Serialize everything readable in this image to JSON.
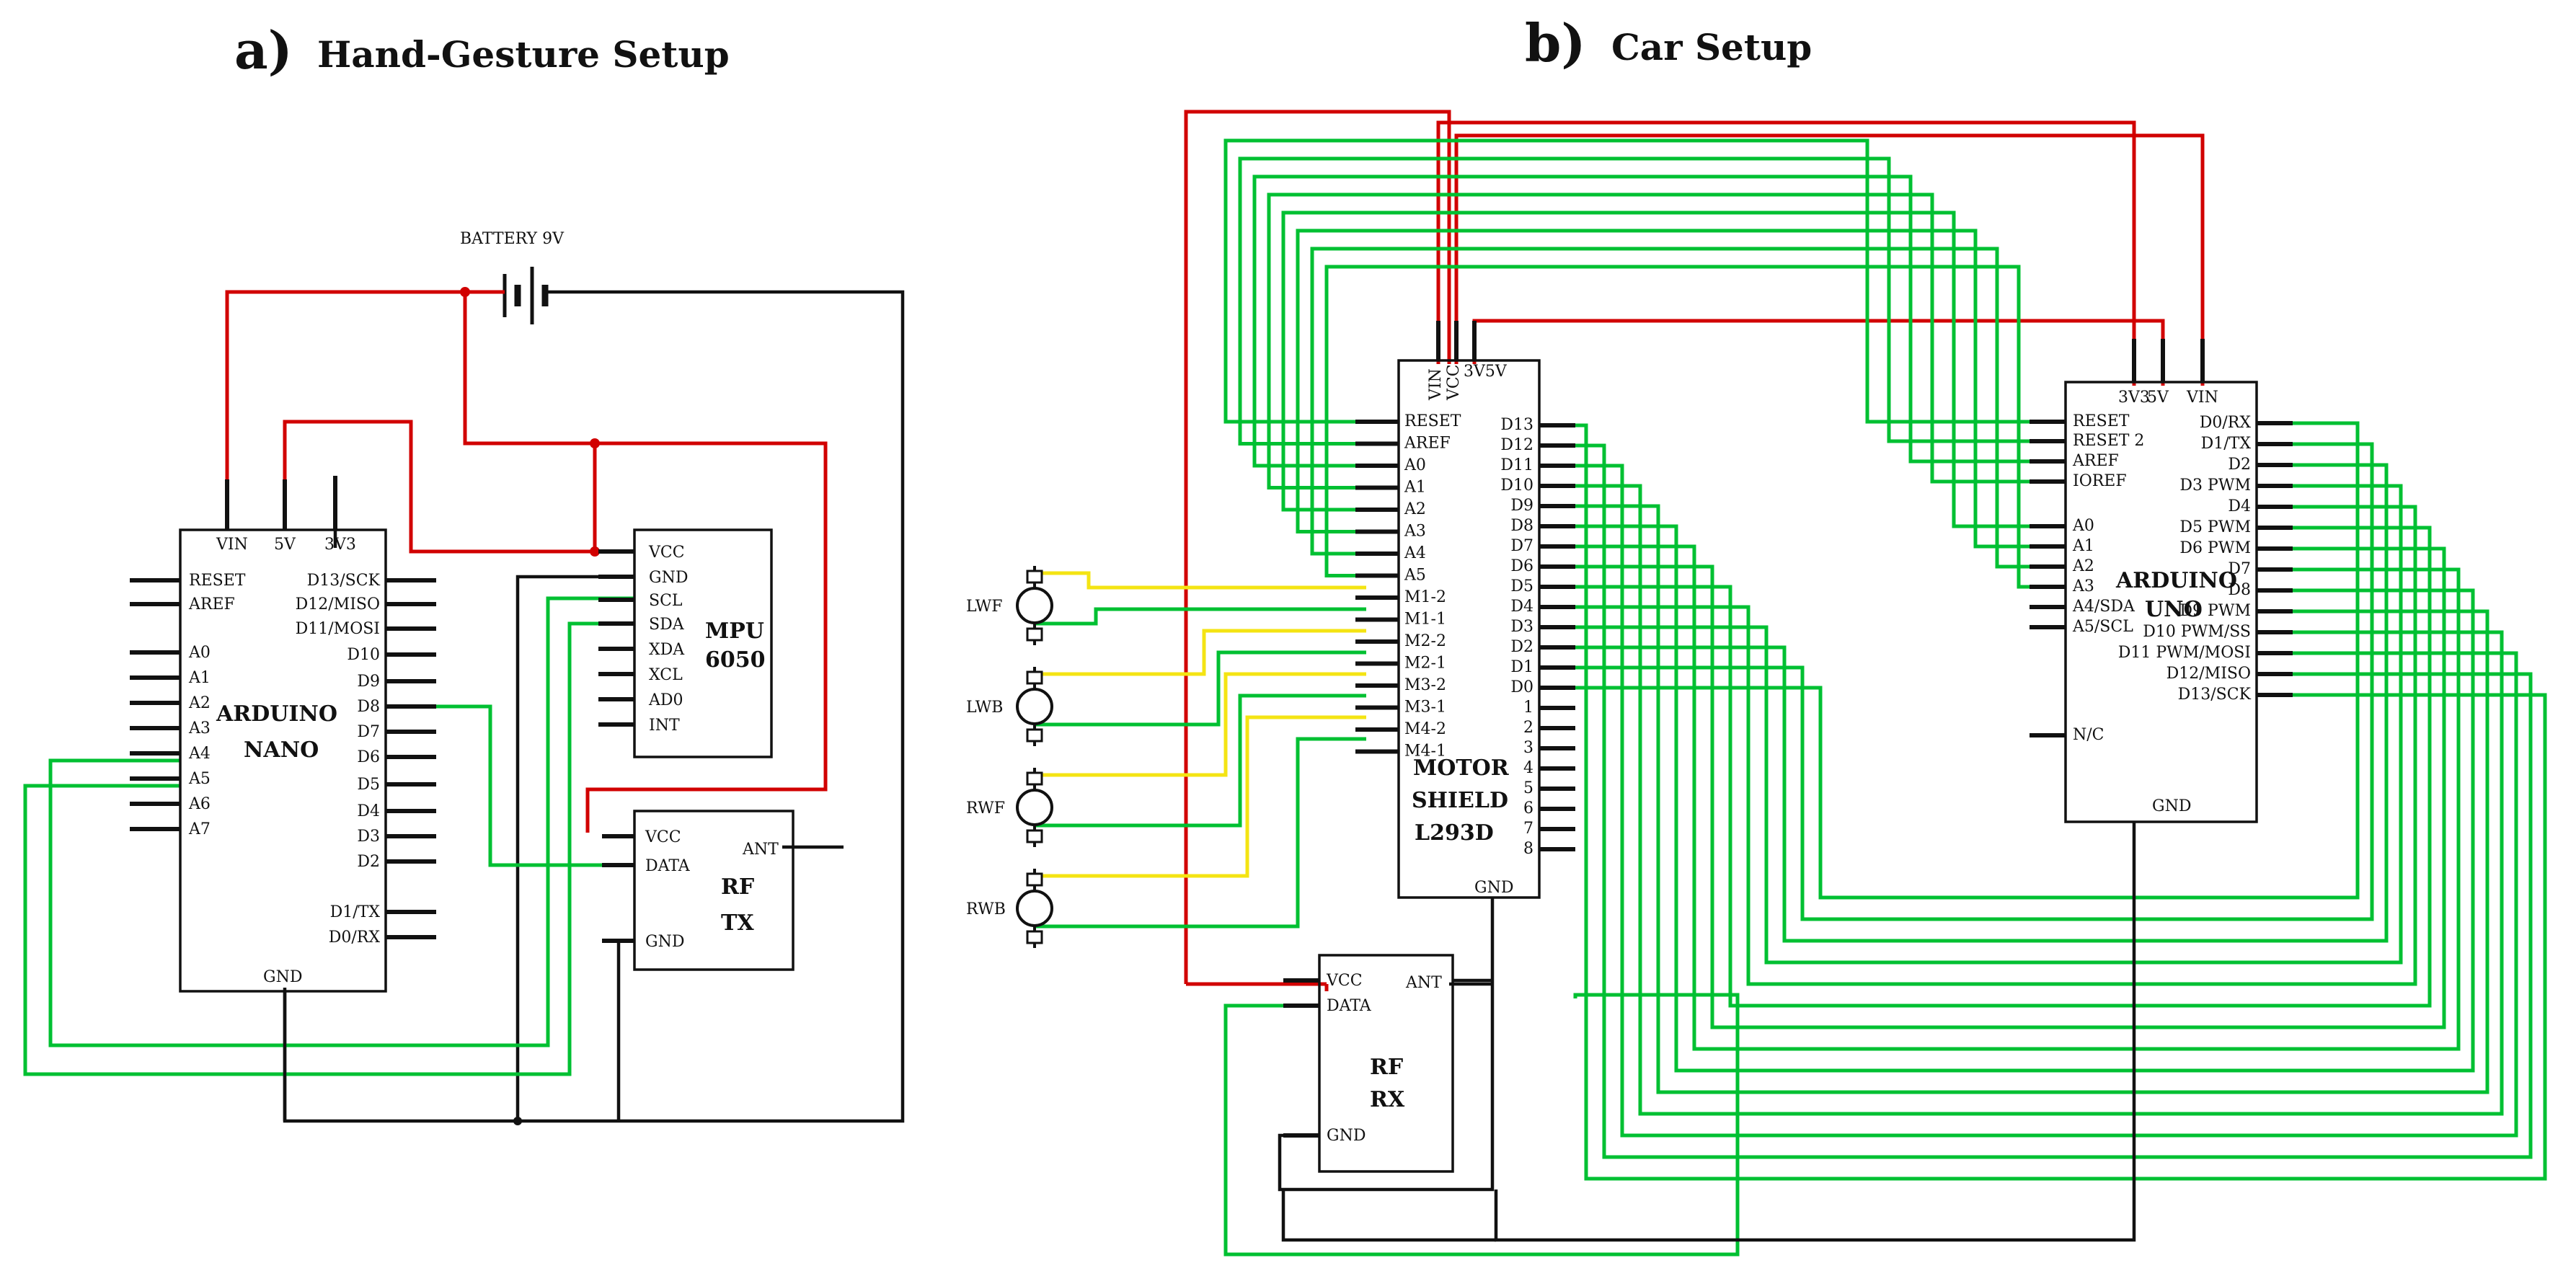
{
  "panel_a": {
    "title_letter": "a)",
    "title_text": "Hand-Gesture Setup",
    "battery_label": "BATTERY 9V",
    "nano": {
      "name_line1": "ARDUINO",
      "name_line2": "NANO",
      "top_pins": [
        "VIN",
        "5V",
        "3V3"
      ],
      "left_pins": [
        "RESET",
        "AREF",
        "A0",
        "A1",
        "A2",
        "A3",
        "A4",
        "A5",
        "A6",
        "A7"
      ],
      "right_pins": [
        "D13/SCK",
        "D12/MISO",
        "D11/MOSI",
        "D10",
        "D9",
        "D8",
        "D7",
        "D6",
        "D5",
        "D4",
        "D3",
        "D2",
        "D1/TX",
        "D0/RX"
      ],
      "bottom_pin": "GND"
    },
    "mpu": {
      "name_line1": "MPU",
      "name_line2": "6050",
      "pins": [
        "VCC",
        "GND",
        "SCL",
        "SDA",
        "XDA",
        "XCL",
        "AD0",
        "INT"
      ]
    },
    "rftx": {
      "name_line1": "RF",
      "name_line2": "TX",
      "pins": [
        "VCC",
        "DATA",
        "GND"
      ],
      "ant": "ANT"
    }
  },
  "panel_b": {
    "title_letter": "b)",
    "title_text": "Car Setup",
    "motors": [
      "LWF",
      "LWB",
      "RWF",
      "RWB"
    ],
    "shield": {
      "name_line1": "MOTOR",
      "name_line2": "SHIELD",
      "name_line3": "L293D",
      "top_pins": [
        "VIN",
        "VCC",
        "3V5V"
      ],
      "left_pins": [
        "RESET",
        "AREF",
        "A0",
        "A1",
        "A2",
        "A3",
        "A4",
        "A5",
        "M1-2",
        "M1-1",
        "M2-2",
        "M2-1",
        "M3-2",
        "M3-1",
        "M4-2",
        "M4-1"
      ],
      "right_pins": [
        "D13",
        "D12",
        "D11",
        "D10",
        "D9",
        "D8",
        "D7",
        "D6",
        "D5",
        "D4",
        "D3",
        "D2",
        "D1",
        "D0",
        "1",
        "2",
        "3",
        "4",
        "5",
        "6",
        "7",
        "8"
      ],
      "bottom_pin": "GND"
    },
    "uno": {
      "name_line1": "ARDUINO",
      "name_line2": "UNO",
      "top_pins": [
        "3V3",
        "5V",
        "VIN"
      ],
      "left_pins": [
        "RESET",
        "RESET 2",
        "AREF",
        "IOREF",
        "A0",
        "A1",
        "A2",
        "A3",
        "A4/SDA",
        "A5/SCL",
        "N/C"
      ],
      "right_pins": [
        "D0/RX",
        "D1/TX",
        "D2",
        "D3 PWM",
        "D4",
        "D5 PWM",
        "D6 PWM",
        "D7",
        "D8",
        "D9 PWM",
        "D10 PWM/SS",
        "D11 PWM/MOSI",
        "D12/MISO",
        "D13/SCK"
      ],
      "bottom_pin": "GND"
    },
    "rfrx": {
      "name_line1": "RF",
      "name_line2": "RX",
      "pins": [
        "VCC",
        "DATA",
        "GND"
      ],
      "ant": "ANT"
    }
  },
  "wire_colors": {
    "power": "#d10000",
    "signal": "#00c032",
    "ground": "#111111",
    "motor": "#f4e413"
  }
}
